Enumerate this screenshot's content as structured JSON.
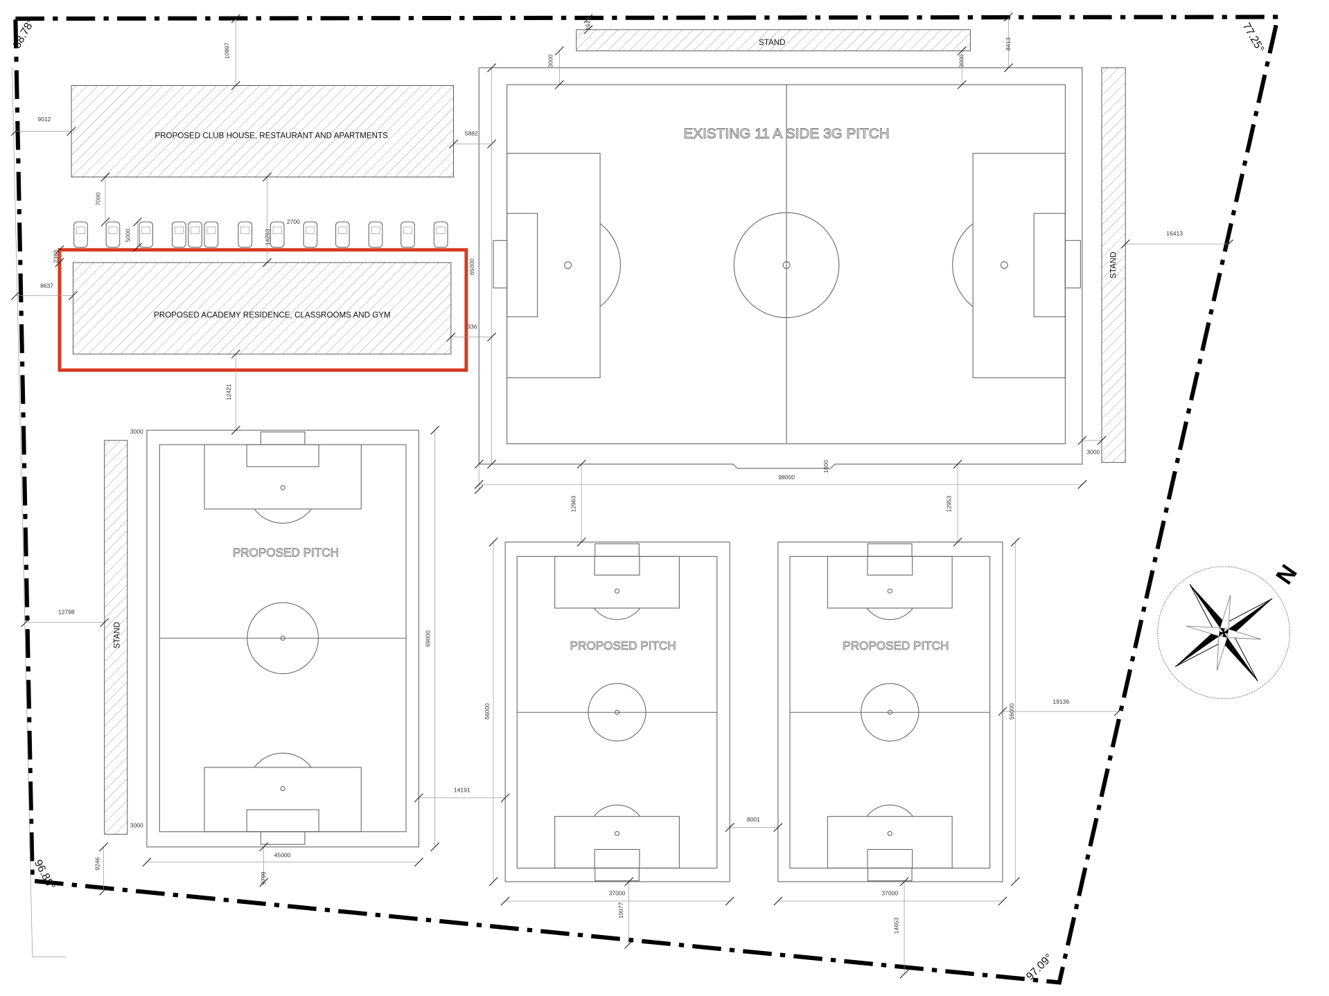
{
  "title_labels": {
    "club_house": "PROPOSED CLUB HOUSE, RESTAURANT AND APARTMENTS",
    "academy": "PROPOSED ACADEMY RESIDENCE, CLASSROOMS AND GYM",
    "existing_pitch": "EXISTING 11 A SIDE 3G PITCH",
    "proposed_pitch_1": "PROPOSED PITCH",
    "proposed_pitch_2": "PROPOSED PITCH",
    "proposed_pitch_3": "PROPOSED PITCH",
    "stand_top": "STAND",
    "stand_right": "STAND",
    "stand_left": "STAND",
    "north": "N"
  },
  "angles": [
    "88.78°",
    "77.25°",
    "96.88°",
    "97.09°"
  ],
  "dimensions": [
    "10997",
    "1513",
    "8413",
    "3000",
    "3000",
    "9012",
    "5882",
    "7000",
    "5000",
    "14263",
    "2700",
    "2363",
    "8637",
    "65000",
    "336",
    "16413",
    "12421",
    "3000",
    "1000",
    "98000",
    "3000",
    "12963",
    "12953",
    "12798",
    "69000",
    "56000",
    "56000",
    "19136",
    "14191",
    "8001",
    "3000",
    "45000",
    "9246",
    "9799",
    "37000",
    "37000",
    "10077",
    "14653"
  ],
  "colors": {
    "highlight": "#d63a22",
    "line": "#666666",
    "boundary": "#000000"
  }
}
